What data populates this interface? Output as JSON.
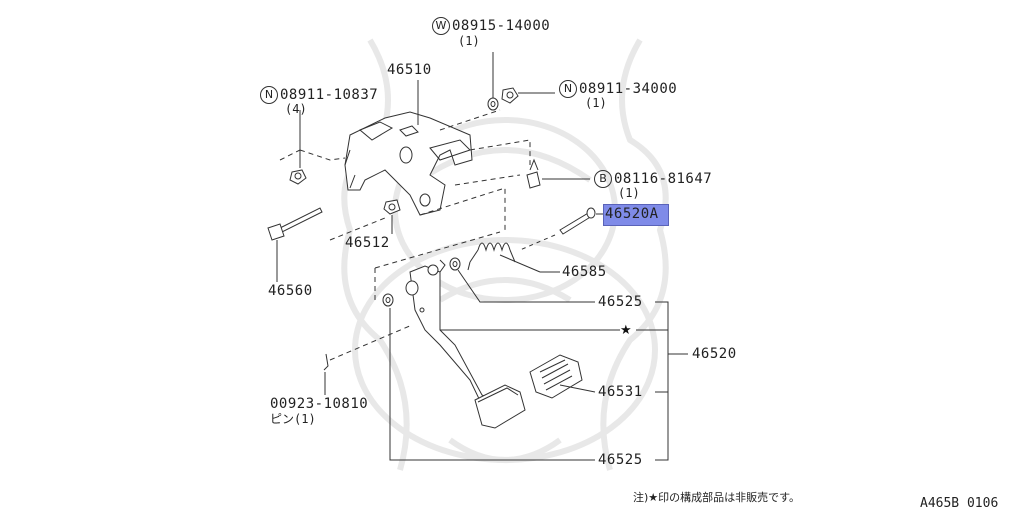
{
  "labels": {
    "p_08915": "08915-14000",
    "p_08915_qty": "(1)",
    "p_08915_prefix": "W",
    "p_46510": "46510",
    "p_08911a": "08911-10837",
    "p_08911a_qty": "(4)",
    "p_08911a_prefix": "N",
    "p_08911b": "08911-34000",
    "p_08911b_qty": "(1)",
    "p_08911b_prefix": "N",
    "p_08116": "08116-81647",
    "p_08116_qty": "(1)",
    "p_08116_prefix": "B",
    "p_46520A": "46520A",
    "p_46512": "46512",
    "p_46585": "46585",
    "p_46560": "46560",
    "p_46525a": "46525",
    "p_46520": "46520",
    "p_46531": "46531",
    "p_00923": "00923-10810",
    "p_00923_sub": "ピン(1)",
    "p_46525b": "46525"
  },
  "star": "★",
  "footnote": "注)★印の構成部品は非販売です。",
  "diagram_ref": "A465B 0106",
  "colors": {
    "highlight": "#7f8be8",
    "line": "#333333",
    "watermark": "#e6e6e6"
  }
}
